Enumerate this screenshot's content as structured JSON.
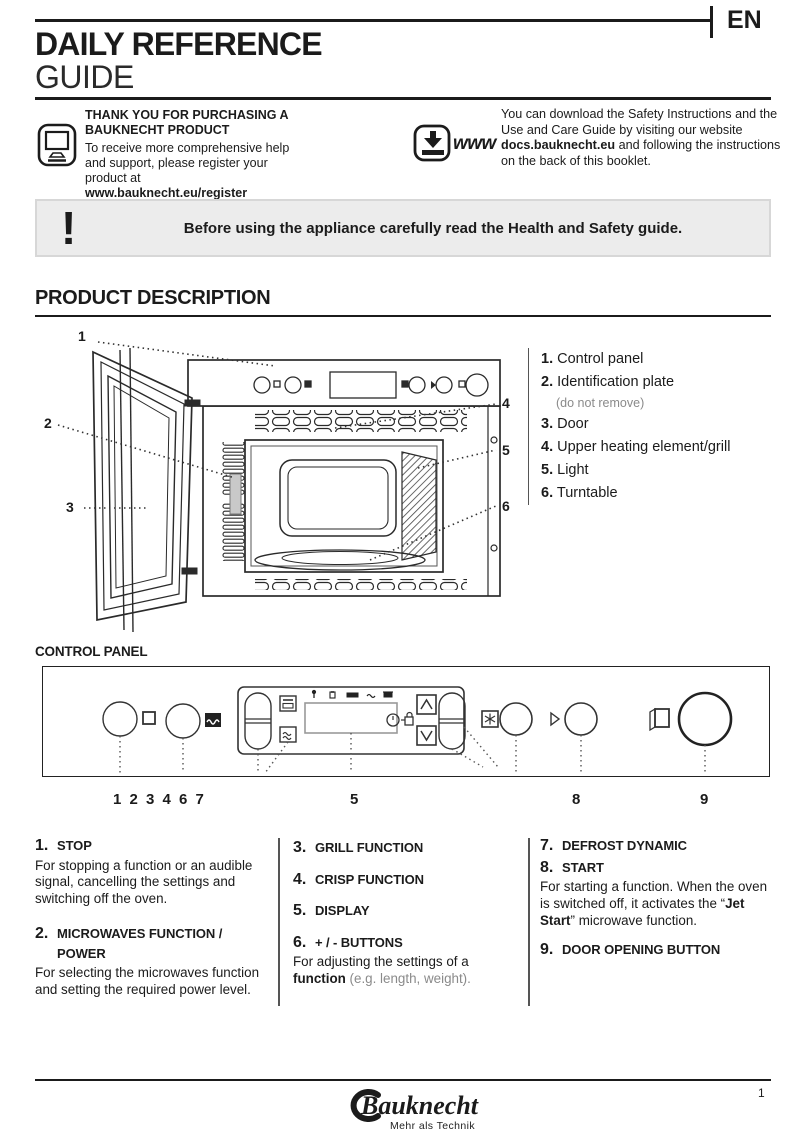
{
  "page": {
    "lang_badge": "EN"
  },
  "header": {
    "title_line1": "DAILY REFERENCE",
    "title_line2": "GUIDE"
  },
  "intro": {
    "thanks_heading": "THANK YOU FOR PURCHASING A BAUKNECHT PRODUCT",
    "thanks_body": "To receive more comprehensive help and support, please register your product at",
    "thanks_link": "www.bauknecht.eu/register",
    "www_label": "www",
    "download_pre": "You can download the Safety Instructions and the Use and Care Guide by visiting our website ",
    "download_site": "docs.bauknecht.eu",
    "download_post": " and following the instructions on the back of this booklet."
  },
  "warning": {
    "exclamation": "!",
    "text": "Before using the appliance carefully read the Health and Safety guide."
  },
  "product_description": {
    "heading": "PRODUCT DESCRIPTION",
    "callouts": [
      "1",
      "2",
      "3",
      "4",
      "5",
      "6"
    ],
    "legend": [
      {
        "num": "1.",
        "label": "Control panel",
        "note": ""
      },
      {
        "num": "2.",
        "label": "Identification plate",
        "note": "(do not remove)"
      },
      {
        "num": "3.",
        "label": "Door",
        "note": ""
      },
      {
        "num": "4.",
        "label": "Upper heating element/grill",
        "note": ""
      },
      {
        "num": "5.",
        "label": "Light",
        "note": ""
      },
      {
        "num": "6.",
        "label": "Turntable",
        "note": ""
      }
    ]
  },
  "control_panel": {
    "heading": "CONTROL PANEL",
    "number_groups": [
      "1 2 3 4 6 7",
      "5",
      "8",
      "9"
    ]
  },
  "functions": {
    "col1": [
      {
        "num": "1.",
        "label": "STOP",
        "body": "For stopping a function or an audible signal, cancelling the settings and switching off the oven."
      },
      {
        "num": "2.",
        "label": "MICROWAVES FUNCTION / POWER",
        "body": "For selecting the microwaves function and setting the required power level."
      }
    ],
    "col2": [
      {
        "num": "3.",
        "label": "GRILL FUNCTION"
      },
      {
        "num": "4.",
        "label": "CRISP FUNCTION"
      },
      {
        "num": "5.",
        "label": "DISPLAY"
      },
      {
        "num": "6.",
        "label": "+ / - BUTTONS",
        "body_main": "For adjusting the settings of a ",
        "body_bold": "function",
        "body_note": " (e.g. length, weight)."
      }
    ],
    "col3": [
      {
        "num": "7.",
        "label": "DEFROST DYNAMIC"
      },
      {
        "num": "8.",
        "label": "START",
        "body_pre": "For starting a function. When the oven is switched off, it activates the “",
        "body_bold": "Jet Start",
        "body_post": "” microwave function."
      },
      {
        "num": "9.",
        "label": "DOOR OPENING BUTTON"
      }
    ]
  },
  "footer": {
    "brand": "Bauknecht",
    "tagline": "Mehr als Technik",
    "page_number": "1"
  }
}
